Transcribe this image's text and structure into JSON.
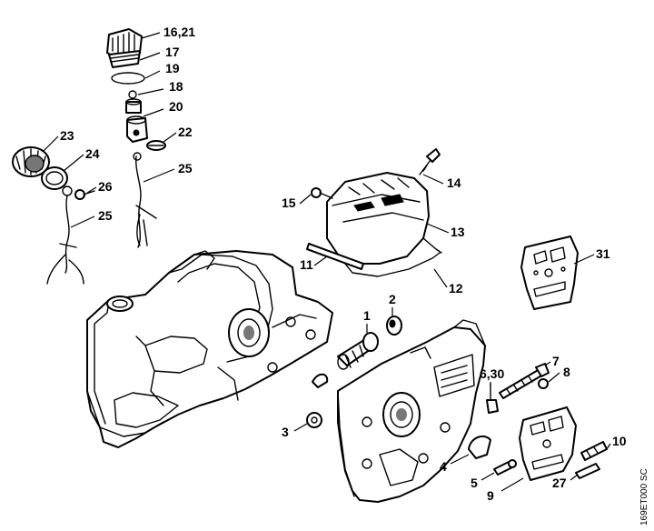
{
  "figure": {
    "reference_code": "169ET000 SC"
  },
  "callouts": [
    {
      "id": "c-16-21",
      "text": "16,21"
    },
    {
      "id": "c-17",
      "text": "17"
    },
    {
      "id": "c-19",
      "text": "19"
    },
    {
      "id": "c-18",
      "text": "18"
    },
    {
      "id": "c-20",
      "text": "20"
    },
    {
      "id": "c-22",
      "text": "22"
    },
    {
      "id": "c-23",
      "text": "23"
    },
    {
      "id": "c-24",
      "text": "24"
    },
    {
      "id": "c-25a",
      "text": "25"
    },
    {
      "id": "c-26",
      "text": "26"
    },
    {
      "id": "c-25b",
      "text": "25"
    },
    {
      "id": "c-14",
      "text": "14"
    },
    {
      "id": "c-15",
      "text": "15"
    },
    {
      "id": "c-13",
      "text": "13"
    },
    {
      "id": "c-11",
      "text": "11"
    },
    {
      "id": "c-12",
      "text": "12"
    },
    {
      "id": "c-31",
      "text": "31"
    },
    {
      "id": "c-2",
      "text": "2"
    },
    {
      "id": "c-1",
      "text": "1"
    },
    {
      "id": "c-6-30",
      "text": "6,30"
    },
    {
      "id": "c-7",
      "text": "7"
    },
    {
      "id": "c-8",
      "text": "8"
    },
    {
      "id": "c-3",
      "text": "3"
    },
    {
      "id": "c-10",
      "text": "10"
    },
    {
      "id": "c-4",
      "text": "4"
    },
    {
      "id": "c-5",
      "text": "5"
    },
    {
      "id": "c-27",
      "text": "27"
    },
    {
      "id": "c-9",
      "text": "9"
    }
  ]
}
